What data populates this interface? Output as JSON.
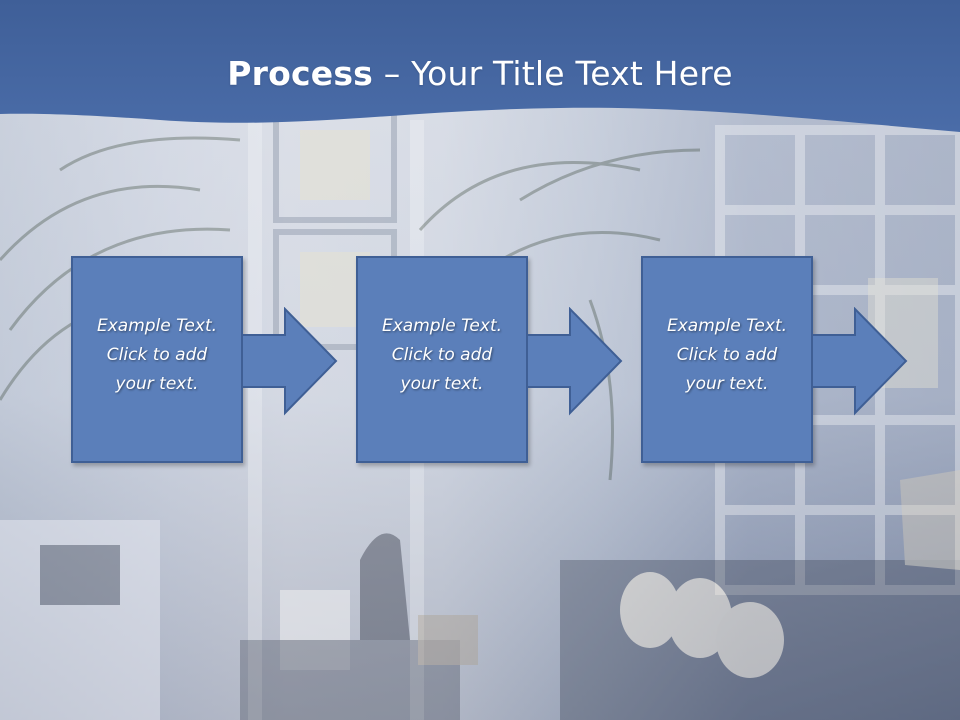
{
  "title": {
    "bold": "Process",
    "rest": " – Your Title Text Here"
  },
  "steps": [
    {
      "text": "Example Text.\nClick  to add\nyour text."
    },
    {
      "text": "Example Text.\nClick  to add\nyour text."
    },
    {
      "text": "Example Text.\nClick  to add\nyour text."
    }
  ],
  "colors": {
    "title_band": "#4466a0",
    "box_fill": "#5b7fba",
    "box_border": "#3f5f95",
    "text": "#ffffff"
  }
}
